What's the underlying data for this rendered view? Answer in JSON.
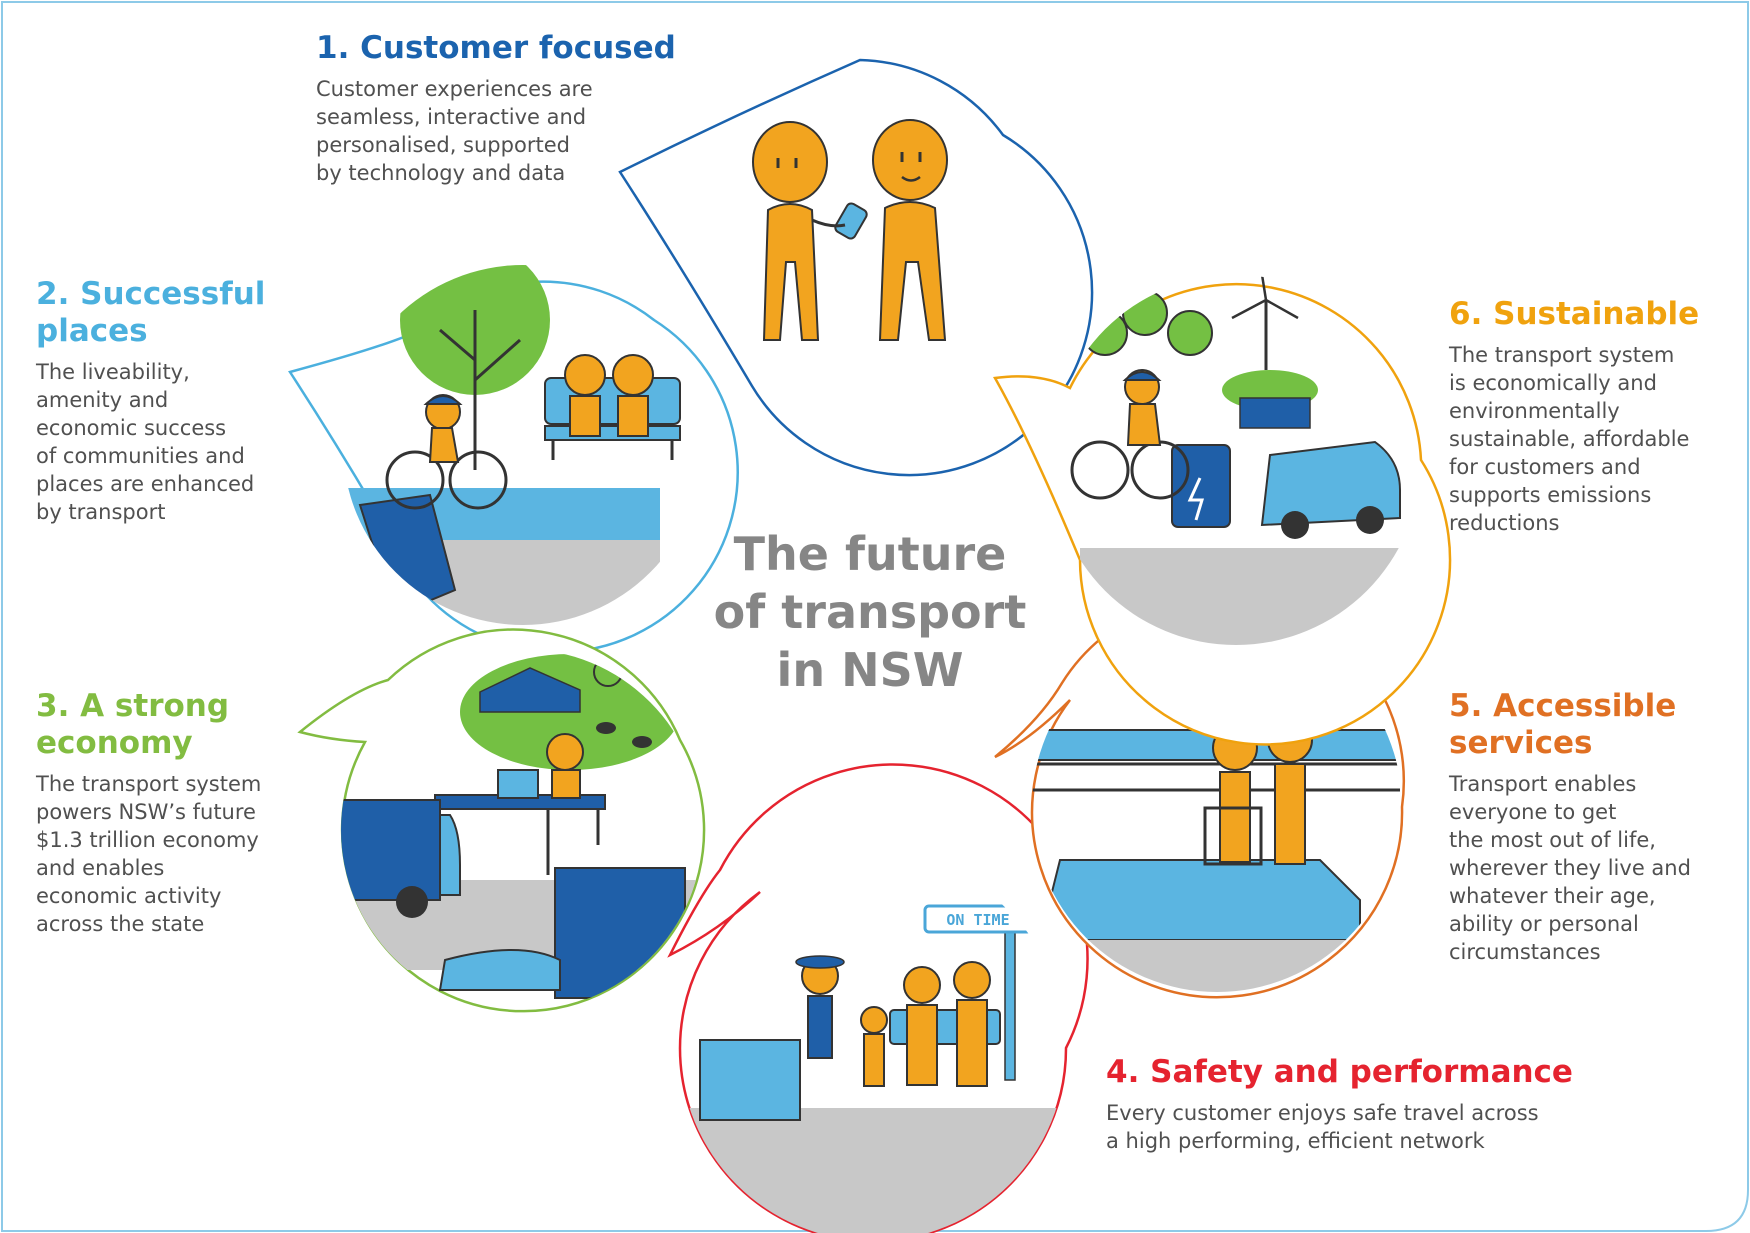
{
  "title_lines": [
    "The future",
    "of transport",
    "in NSW"
  ],
  "colors": {
    "customer_focused": "#1b63ae",
    "successful_places": "#4bb0de",
    "strong_economy": "#82bc41",
    "safety_performance": "#e5232f",
    "accessible_services": "#e07023",
    "sustainable": "#f0a20e",
    "title": "#868686",
    "figure": "#f2a41f",
    "light_blue": "#5bb5e1",
    "dark_blue": "#1f5fa8",
    "tree_green": "#74c043",
    "road_grey": "#c8c8c8",
    "frame": "#8dcae8"
  },
  "outcomes": [
    {
      "key": "customer_focused",
      "heading": [
        "1. Customer focused"
      ],
      "body": [
        "Customer experiences are",
        "seamless, interactive and",
        "personalised, supported",
        "by technology and data"
      ],
      "icon": "two-people-phone-illustration"
    },
    {
      "key": "successful_places",
      "heading": [
        "2. Successful",
        "places"
      ],
      "body": [
        "The liveability,",
        "amenity and",
        "economic success",
        "of communities and",
        "places are enhanced",
        "by transport"
      ],
      "icon": "park-cyclist-bench-illustration"
    },
    {
      "key": "strong_economy",
      "heading": [
        "3. A strong",
        "economy"
      ],
      "body": [
        "The transport system",
        "powers NSW’s future",
        "$1.3 trillion economy",
        "and enables",
        "economic activity",
        "across the state"
      ],
      "icon": "farm-remote-work-illustration"
    },
    {
      "key": "safety_performance",
      "heading": [
        "4. Safety and performance"
      ],
      "body": [
        "Every customer enjoys safe travel across",
        "a high performing, efficient network"
      ],
      "icon": "family-bus-stop-illustration",
      "sign_text": "ON TIME"
    },
    {
      "key": "accessible_services",
      "heading": [
        "5. Accessible",
        "services"
      ],
      "body": [
        "Transport enables",
        "everyone to get",
        "the most out of life,",
        "wherever they live and",
        "whatever their age,",
        "ability or personal",
        "circumstances"
      ],
      "icon": "accessible-platform-illustration"
    },
    {
      "key": "sustainable",
      "heading": [
        "6. Sustainable"
      ],
      "body": [
        "The transport system",
        "is economically and",
        "environmentally",
        "sustainable, affordable",
        "for customers and",
        "supports emissions",
        "reductions"
      ],
      "icon": "ev-charging-wind-turbine-illustration"
    }
  ]
}
